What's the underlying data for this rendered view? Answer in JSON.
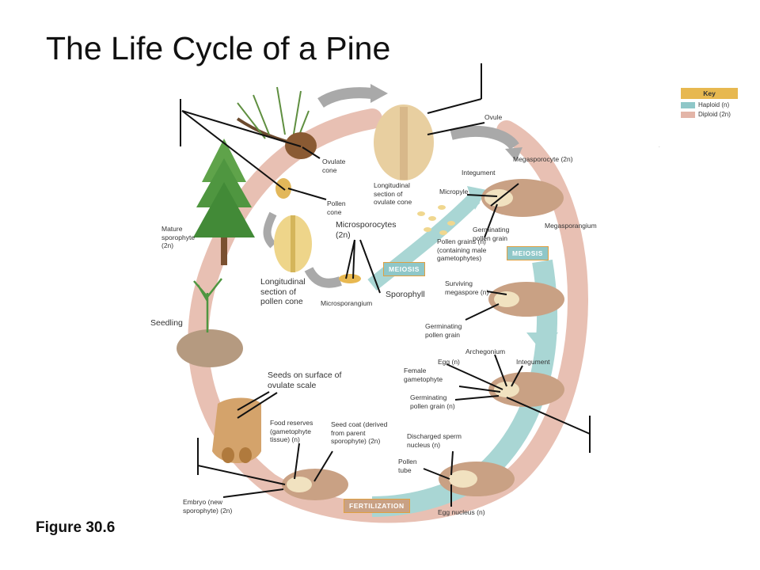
{
  "title": "The Life Cycle of a Pine",
  "figure_label": "Figure 30.6",
  "key": {
    "heading": "Key",
    "haploid": "Haploid (n)",
    "diploid": "Diploid (2n)",
    "haploid_color": "#8fc7c8",
    "diploid_color": "#e3b5a8"
  },
  "stages": {
    "meiosis_left": "MEIOSIS",
    "meiosis_right": "MEIOSIS",
    "fertilization": "FERTILIZATION"
  },
  "labels": {
    "ovule": "Ovule",
    "ovulate_cone": "Ovulate cone",
    "megasporocyte": "Megasporocyte (2n)",
    "integument_top": "Integument",
    "long_ovulate": "Longitudinal section of ovulate cone",
    "micropyle": "Micropyle",
    "megasporangium": "Megasporangium",
    "pollen_cone": "Pollen cone",
    "mature_sporophyte": "Mature sporophyte (2n)",
    "microsporocytes": "Microsporocytes (2n)",
    "germ_pollen_top": "Germinating pollen grain",
    "pollen_grains": "Pollen grains (n) (containing male gametophytes)",
    "long_pollen": "Longitudinal section of pollen cone",
    "microsporangium": "Microsporangium",
    "sporophyll": "Sporophyll",
    "surviving": "Surviving megaspore (n)",
    "seedling": "Seedling",
    "germ_pollen_mid": "Germinating pollen grain",
    "archegonium": "Archegonium",
    "egg": "Egg (n)",
    "integument_mid": "Integument",
    "female_gam": "Female gametophyte",
    "seeds_surface": "Seeds on surface of ovulate scale",
    "germ_pollen_n": "Germinating pollen grain (n)",
    "food_reserves": "Food reserves (gametophyte tissue) (n)",
    "seed_coat": "Seed coat (derived from parent sporophyte) (2n)",
    "discharged": "Discharged sperm nucleus (n)",
    "pollen_tube": "Pollen tube",
    "embryo": "Embryo (new sporophyte) (2n)",
    "egg_nucleus": "Egg nucleus (n)"
  }
}
